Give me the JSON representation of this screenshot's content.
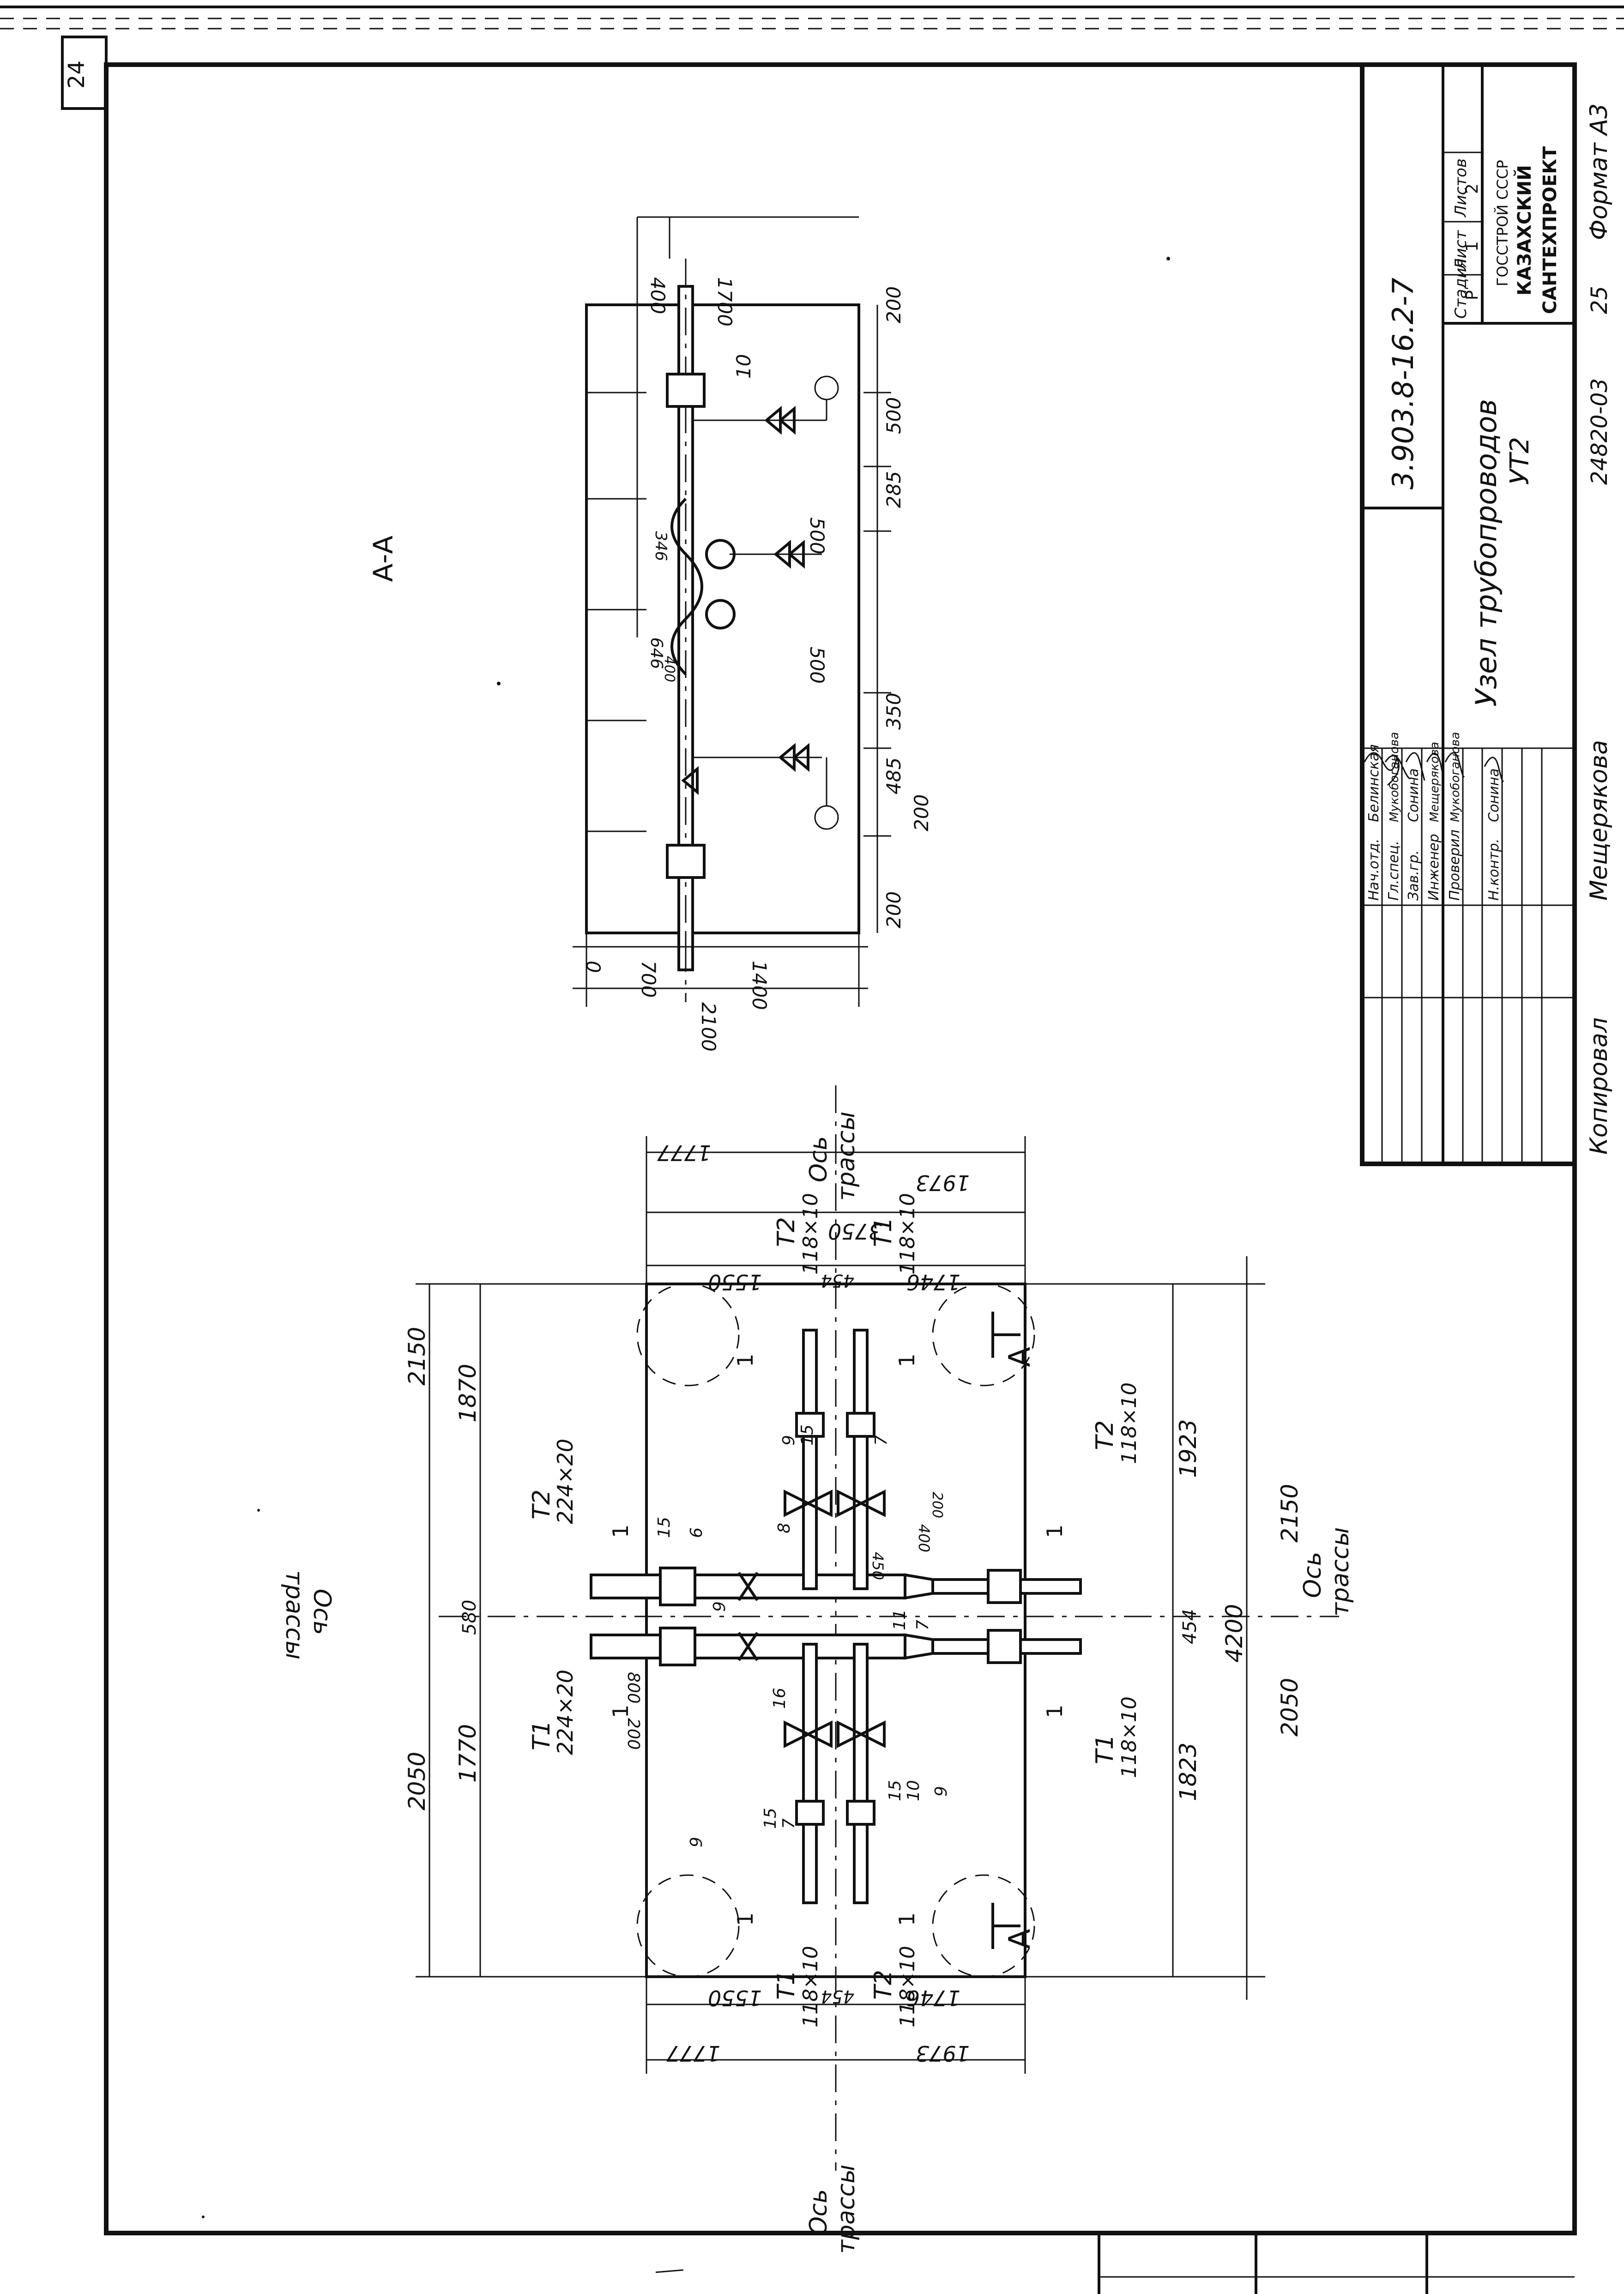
{
  "sheet": {
    "page_number": "24",
    "designation": "3.903.8-16.2-7",
    "title_line1": "Узел трубопроводов",
    "title_line2": "УТ2",
    "stage_header": "Стадия",
    "sheet_header": "Лист",
    "sheets_header": "Листов",
    "stage": "Р",
    "sheet": "1",
    "sheets": "2",
    "org_line1": "ГОССТРОЙ СССР",
    "org_line2": "КАЗАХСКИЙ",
    "org_line3": "САНТЕХПРОЕКТ",
    "copied": "Копировал",
    "copier": "Мещерякова",
    "doc_number": "24820-03",
    "page": "25",
    "format": "Формат А3"
  },
  "staff": [
    {
      "role": "Нач.отд.",
      "name": "Белинская"
    },
    {
      "role": "Гл.спец.",
      "name": "Мукобоганова"
    },
    {
      "role": "Зав.гр.",
      "name": "Сонина"
    },
    {
      "role": "Инженер",
      "name": "Мещерякова"
    },
    {
      "role": "Проверил",
      "name": "Мукобоганова"
    },
    {
      "role": "Н.контр.",
      "name": "Сонина"
    }
  ],
  "section": {
    "title": "А-А",
    "dims": {
      "d400": "400",
      "d1700": "1700",
      "d200a": "200",
      "d500a": "500",
      "d285": "285",
      "d500b": "500",
      "d346": "346",
      "d500c": "500",
      "d350": "350",
      "d485": "485",
      "d200b": "200",
      "d200c": "200",
      "d646": "646",
      "d400b": "400",
      "d0": "0",
      "d700": "700",
      "d1400": "1400",
      "d2100": "2100",
      "p10": "10"
    }
  },
  "plan": {
    "axis_label_1": "Ось",
    "axis_label_2": "трассы",
    "pipe_labels": {
      "t1": "Т1",
      "t2": "Т2",
      "s118": "118×10",
      "s224": "224×20"
    },
    "dims": {
      "d1777": "1777",
      "d1973": "1973",
      "d3750": "3750",
      "d1550": "1550",
      "d454": "454",
      "d1746": "1746",
      "d2150": "2150",
      "d2050": "2050",
      "d1870": "1870",
      "d1770": "1770",
      "d580": "580",
      "d4200": "4200",
      "d1923": "1923",
      "d1823": "1823",
      "d800": "800",
      "d200": "200",
      "d450": "450",
      "d400": "400",
      "d200b": "200"
    },
    "markers": {
      "a": "А",
      "one": "1",
      "p6": "6",
      "p7": "7",
      "p8": "8",
      "p9": "9",
      "p10": "10",
      "p11": "11",
      "p15": "15",
      "p16": "16"
    }
  }
}
